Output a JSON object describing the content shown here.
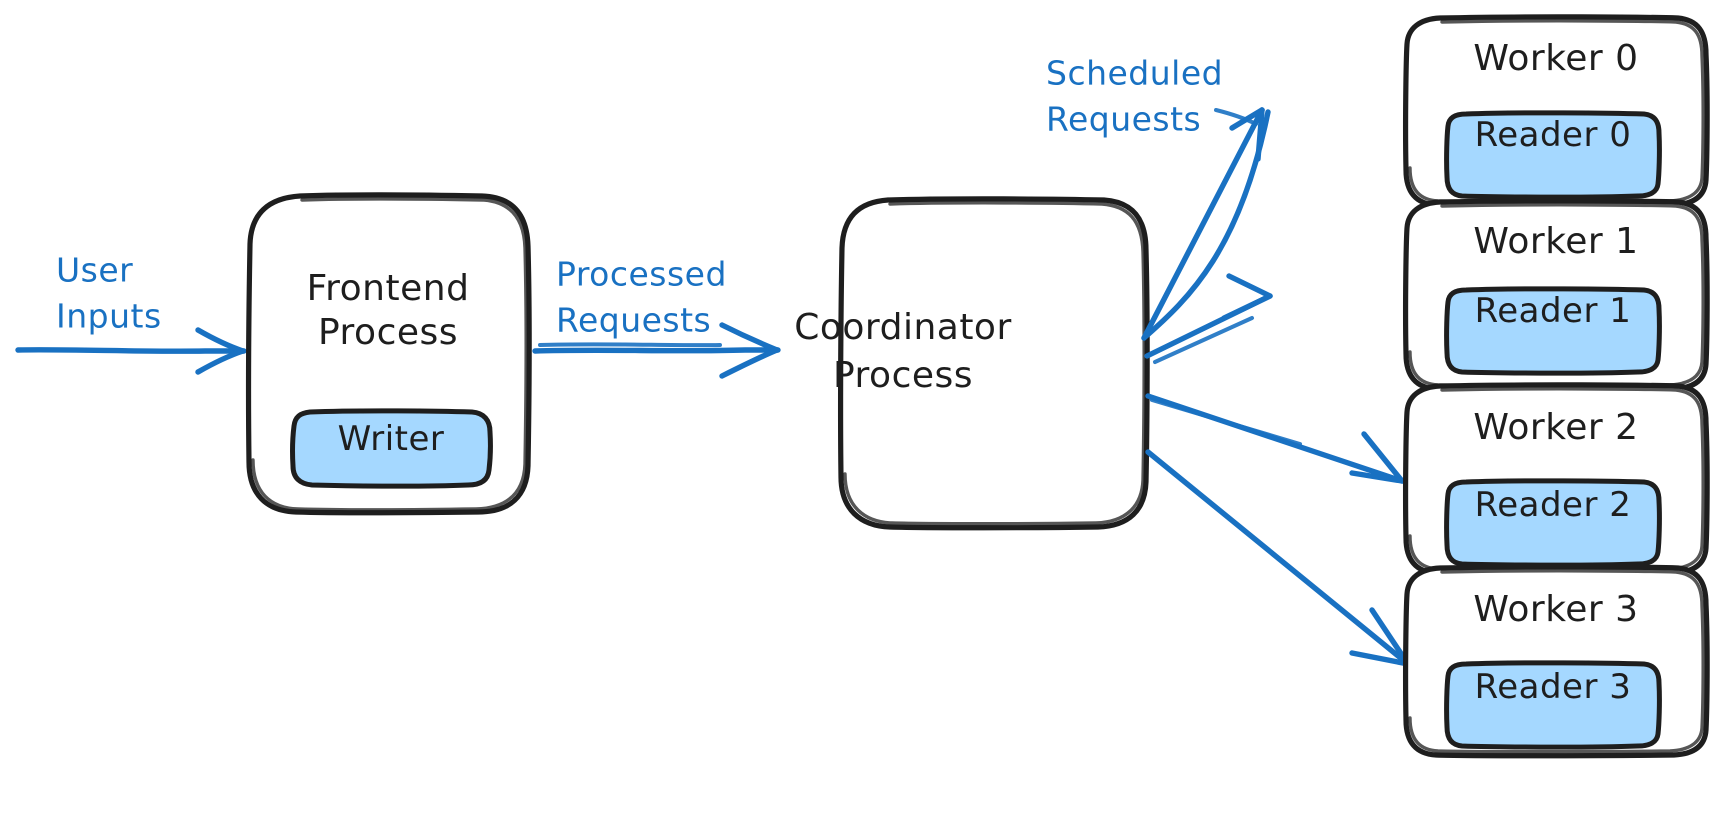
{
  "diagram": {
    "title": "Frontend / Coordinator / Worker process architecture",
    "colors": {
      "stroke": "#1e1e1e",
      "accent_blue": "#1971c2",
      "fill_blue": "#a5d8ff",
      "background": "#ffffff"
    },
    "nodes": {
      "frontend": {
        "label_line1": "Frontend",
        "label_line2": "Process",
        "inner": {
          "label": "Writer"
        }
      },
      "coordinator": {
        "label_line1": "Coordinator",
        "label_line2": "Process"
      },
      "workers": [
        {
          "label": "Worker 0",
          "inner": {
            "label": "Reader 0"
          }
        },
        {
          "label": "Worker 1",
          "inner": {
            "label": "Reader 1"
          }
        },
        {
          "label": "Worker 2",
          "inner": {
            "label": "Reader 2"
          }
        },
        {
          "label": "Worker 3",
          "inner": {
            "label": "Reader 3"
          }
        }
      ]
    },
    "edges": [
      {
        "id": "user-inputs",
        "label_line1": "User",
        "label_line2": "Inputs",
        "from": "external",
        "to": "frontend"
      },
      {
        "id": "processed-requests",
        "label_line1": "Processed",
        "label_line2": "Requests",
        "from": "frontend",
        "to": "coordinator"
      },
      {
        "id": "scheduled-requests",
        "label_line1": "Scheduled",
        "label_line2": "Requests",
        "from": "coordinator",
        "to": "workers"
      }
    ]
  }
}
